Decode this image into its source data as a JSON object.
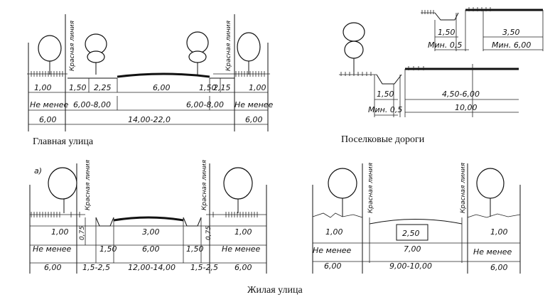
{
  "captions": {
    "main_street": "Главная улица",
    "village_roads": "Поселковые дороги",
    "residential_street": "Жилая улица"
  },
  "panel_a_label": "а)",
  "red_line_label": "Красная линия",
  "main_street": {
    "top_dims": [
      "1,00",
      "1,50",
      "2,25",
      "6,00",
      "1,50",
      "2,15",
      "1,00"
    ],
    "middle_dims": [
      "Не менее",
      "6,00-8,00",
      "6,00-8,00",
      "Не менее"
    ],
    "bottom_dims": [
      "6,00",
      "14,00-22,0",
      "6,00"
    ]
  },
  "village_road_upper": {
    "dims": [
      "1,50",
      "3,50",
      "Мин. 0,5",
      "Мин. 6,00"
    ]
  },
  "village_road_lower": {
    "dims": [
      "1,50",
      "4,50-6,00",
      "Мин. 0,5",
      "10,00"
    ]
  },
  "residential_a": {
    "top_dims": [
      "1,00",
      "0,75",
      "3,00",
      "0,75",
      "1,00"
    ],
    "middle_dims": [
      "Не менее",
      "1,50",
      "6,00",
      "1,50",
      "Не менее"
    ],
    "bottom_dims": [
      "6,00",
      "1,5-2,5",
      "12,00-14,00",
      "1,5-2,5",
      "6,00"
    ]
  },
  "residential_b": {
    "top_dims": [
      "1,00",
      "2,50",
      "1,00"
    ],
    "middle_dims": [
      "Не менее",
      "7,00",
      "Не менее"
    ],
    "bottom_dims": [
      "6,00",
      "9,00-10,00",
      "6,00"
    ]
  }
}
